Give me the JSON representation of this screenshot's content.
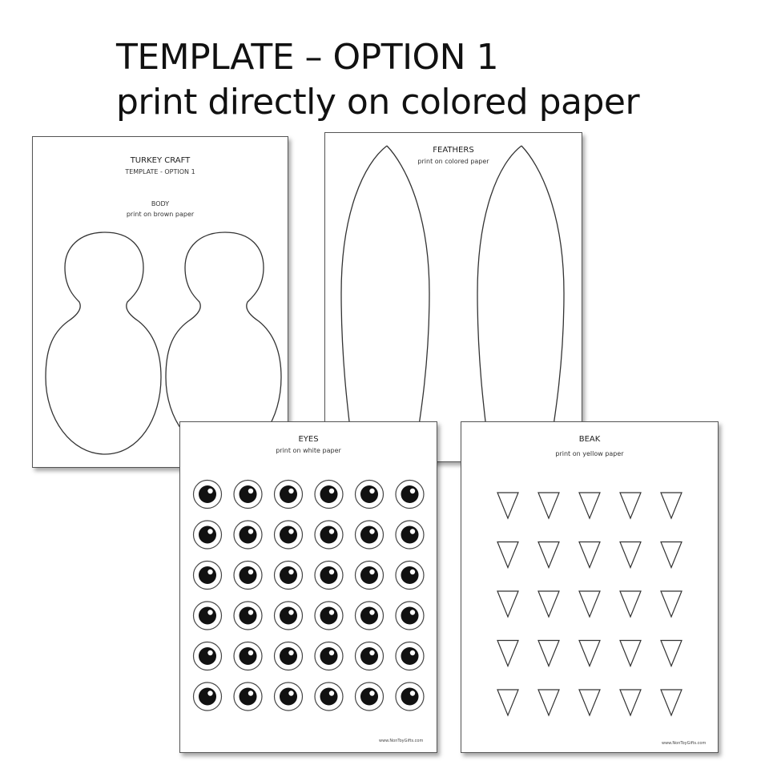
{
  "heading": {
    "line1": "TEMPLATE – OPTION 1",
    "line2": "print directly on colored paper"
  },
  "sheets": {
    "body": {
      "title": "TURKEY CRAFT",
      "subtitle": "TEMPLATE - OPTION 1",
      "section": "BODY",
      "instruction": "print on brown paper"
    },
    "feathers": {
      "title": "FEATHERS",
      "instruction": "print on colored paper"
    },
    "eyes": {
      "title": "EYES",
      "instruction": "print on white paper",
      "credit": "www.NonToyGifts.com",
      "rows": 6,
      "cols": 6
    },
    "beak": {
      "title": "BEAK",
      "instruction": "print on yellow paper",
      "credit": "www.NonToyGifts.com",
      "rows": 5,
      "cols": 5
    }
  }
}
